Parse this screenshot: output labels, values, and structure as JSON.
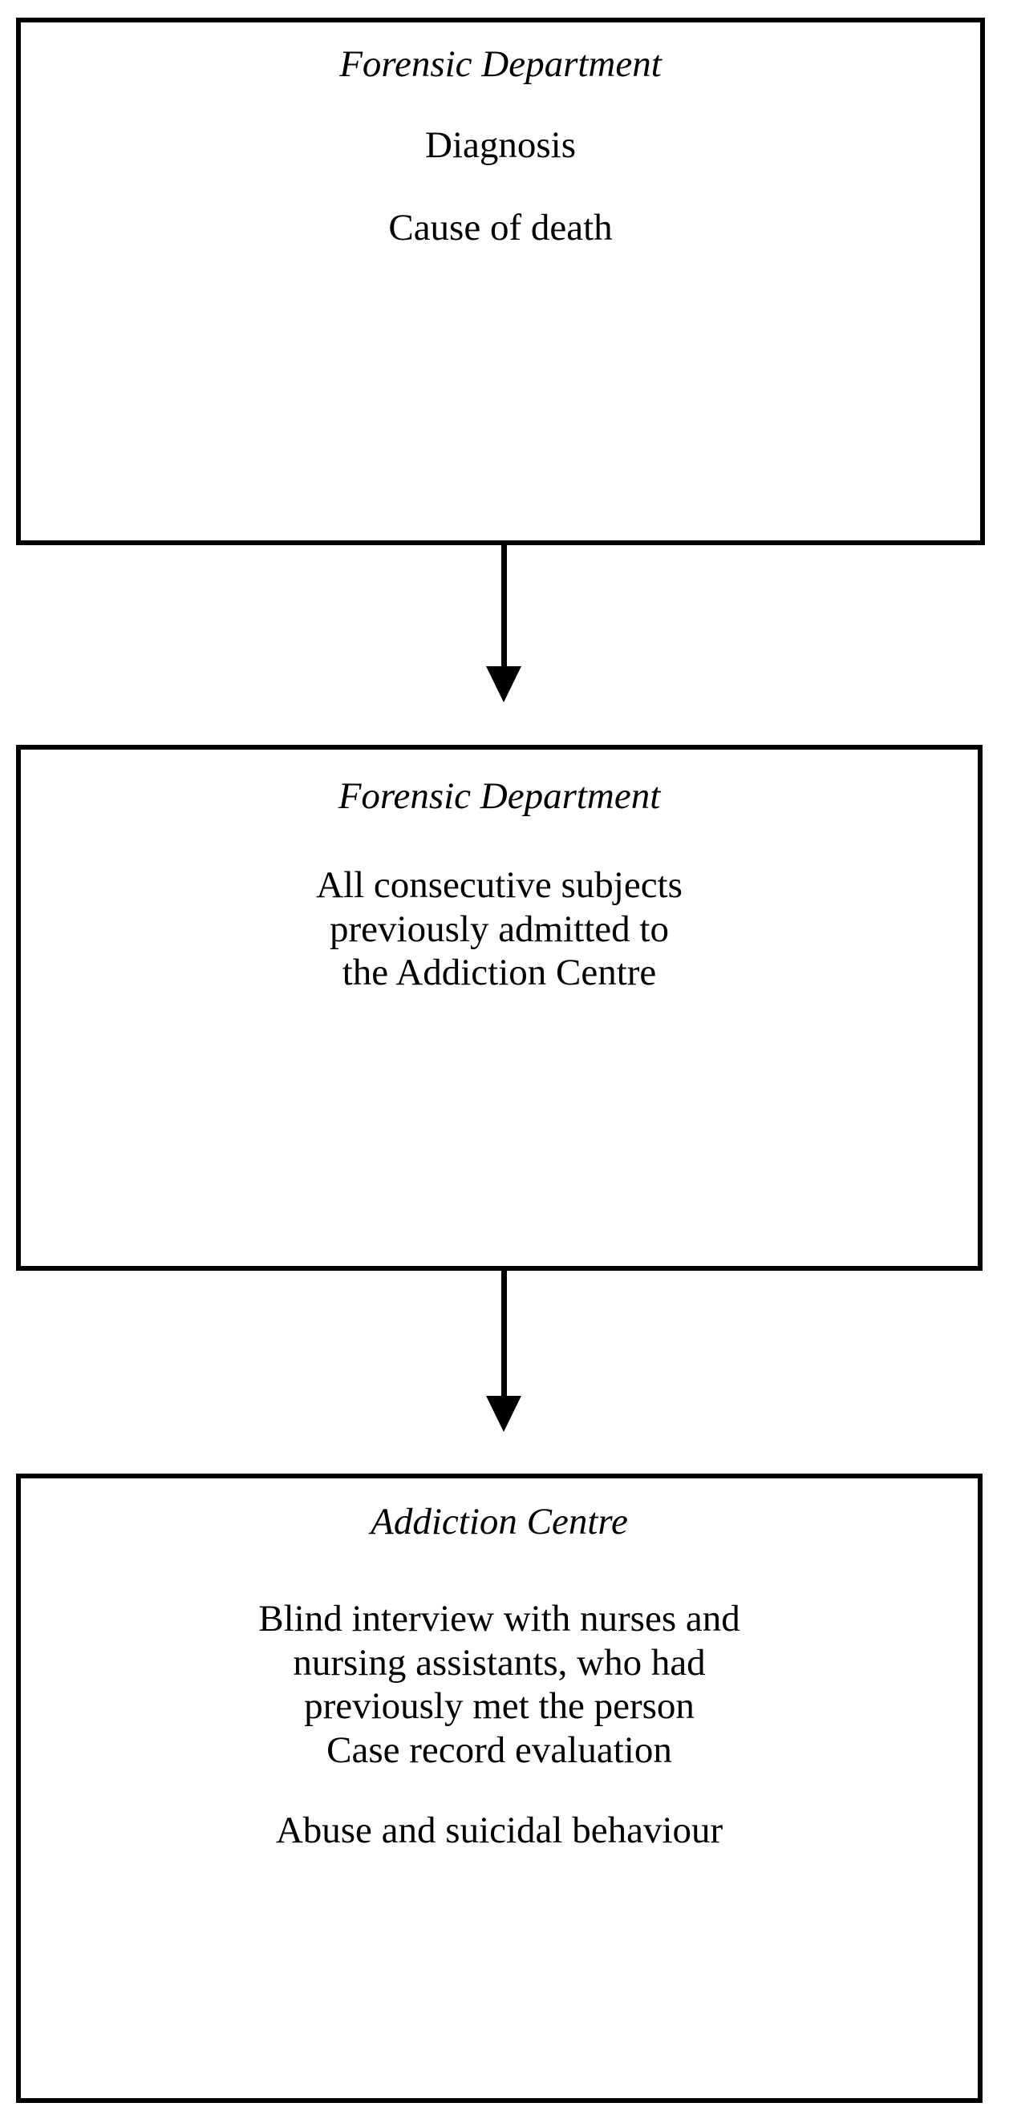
{
  "diagram": {
    "type": "flowchart",
    "orientation": "vertical",
    "accent_color": "#000000",
    "background_color": "#ffffff",
    "nodes": [
      {
        "id": "forensic-department-diagnosis",
        "heading": "Forensic Department",
        "heading_style": "italic",
        "lines": [
          "Diagnosis",
          "Cause of death"
        ]
      },
      {
        "id": "forensic-department-subjects",
        "heading": "Forensic Department",
        "heading_style": "italic",
        "paragraph_lines": [
          "All consecutive subjects",
          "previously admitted to",
          "the Addiction Centre"
        ]
      },
      {
        "id": "addiction-centre",
        "heading": "Addiction Centre",
        "heading_style": "italic",
        "paragraph_lines": [
          "Blind interview with nurses and",
          "nursing assistants, who had",
          "previously met the person",
          "Case record evaluation"
        ],
        "closing_line": "Abuse and suicidal behaviour"
      }
    ],
    "connectors": [
      {
        "id": "connector-1",
        "from": "forensic-department-diagnosis",
        "to": "forensic-department-subjects",
        "shape": "down-arrow"
      },
      {
        "id": "connector-2",
        "from": "forensic-department-subjects",
        "to": "addiction-centre",
        "shape": "down-arrow"
      }
    ]
  }
}
